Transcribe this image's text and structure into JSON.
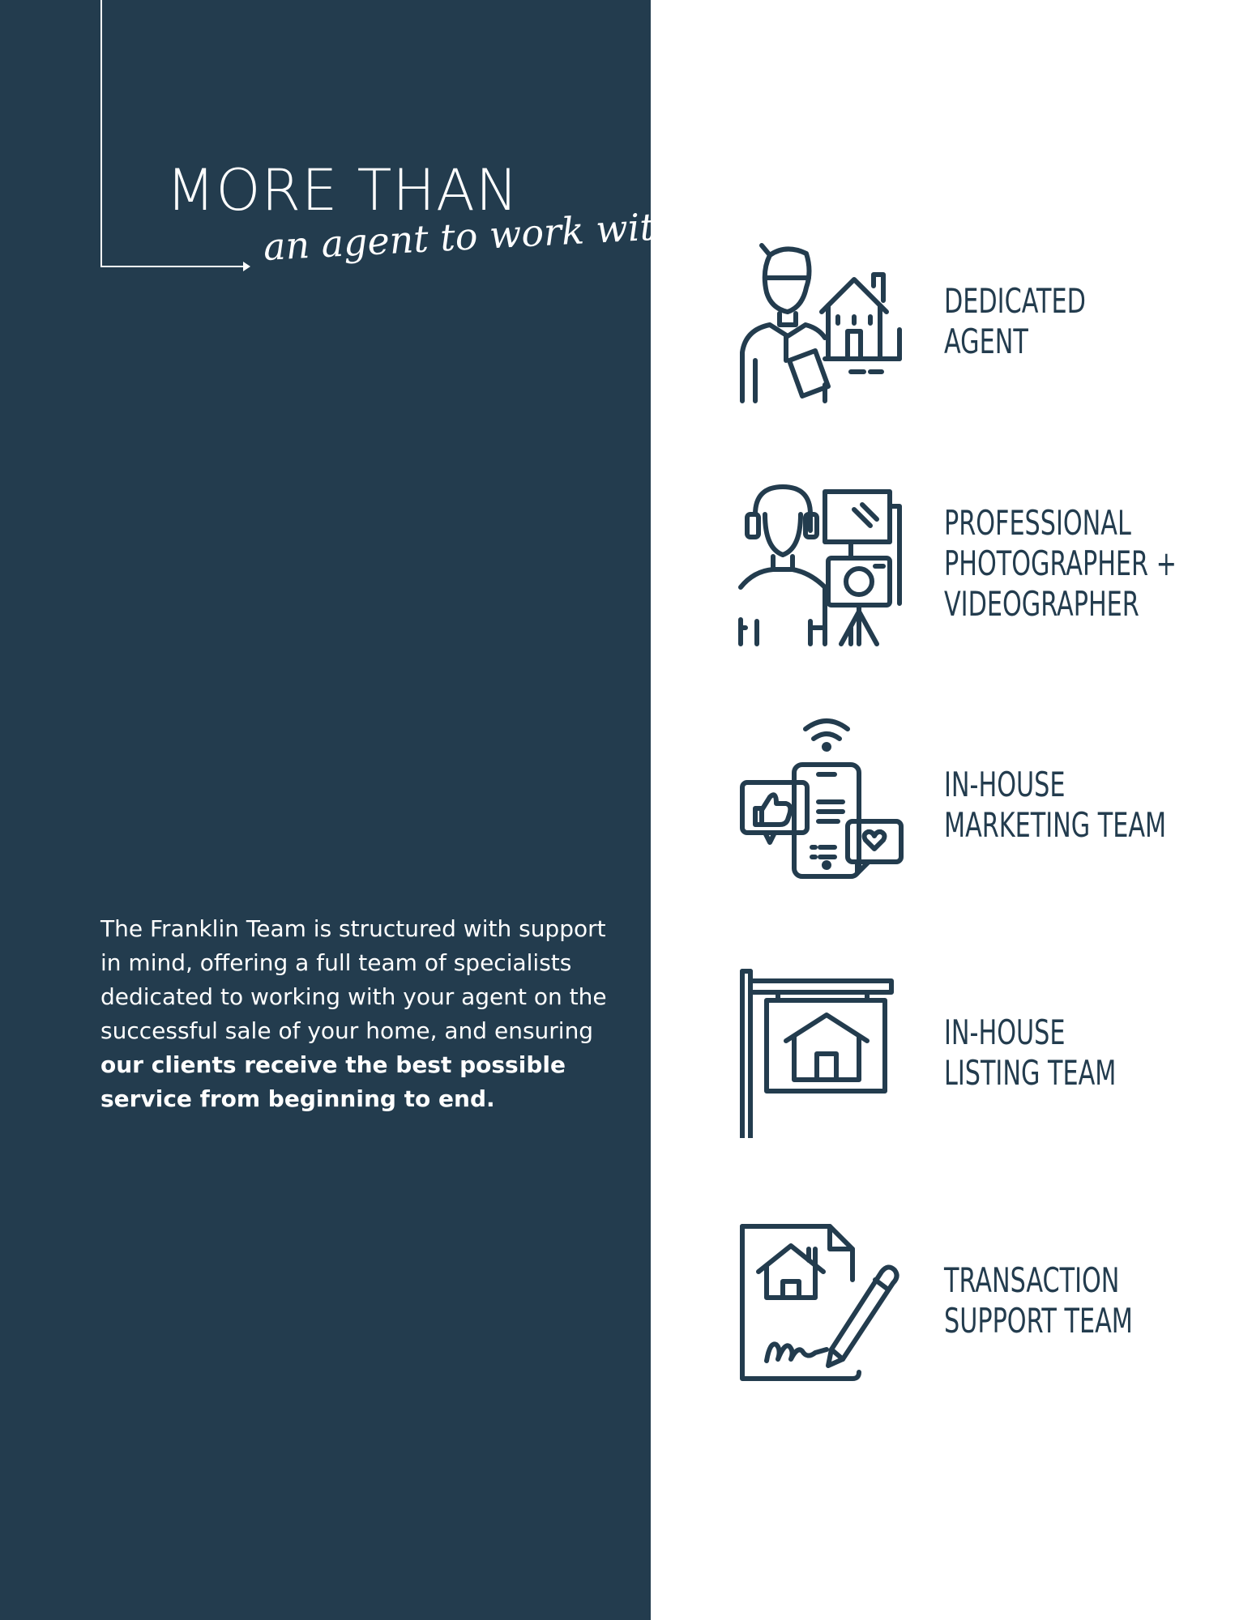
{
  "header": {
    "title": "MORE THAN",
    "subtitle": "an agent to work with"
  },
  "intro": {
    "text_regular": "The Franklin Team is structured with support in mind, offering a full team of specialists dedicated to working with your agent on the successful sale of your home, and ensuring ",
    "text_bold": "our clients receive the best possible service from beginning to end."
  },
  "services": [
    {
      "icon": "agent-house-icon",
      "line1": "DEDICATED",
      "line2": "AGENT",
      "line3": ""
    },
    {
      "icon": "photographer-camera-icon",
      "line1": "PROFESSIONAL",
      "line2": "PHOTOGRAPHER +",
      "line3": "VIDEOGRAPHER"
    },
    {
      "icon": "social-media-phone-icon",
      "line1": "IN-HOUSE",
      "line2": "MARKETING TEAM",
      "line3": ""
    },
    {
      "icon": "house-sign-icon",
      "line1": "IN-HOUSE",
      "line2": "LISTING TEAM",
      "line3": ""
    },
    {
      "icon": "signed-document-icon",
      "line1": "TRANSACTION",
      "line2": "SUPPORT TEAM",
      "line3": ""
    }
  ],
  "colors": {
    "navy": "#233c4e",
    "white": "#ffffff"
  }
}
